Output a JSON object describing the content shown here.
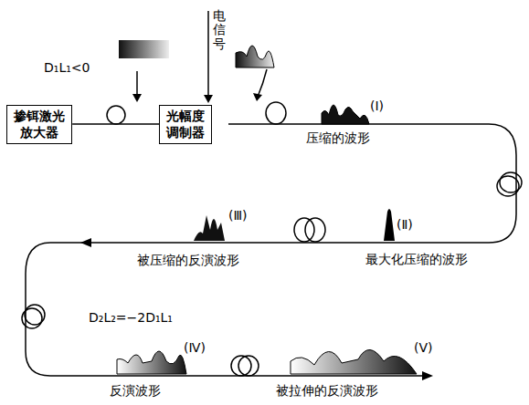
{
  "diagram": {
    "nodes": [
      {
        "text": [
          "掺铒激光放大器"
        ]
      },
      {
        "text": [
          "光幅度调制器"
        ]
      }
    ],
    "edges": [
      {
        "from": 0,
        "to": 1,
        "arrow": "none"
      }
    ],
    "labels": [
      "D₁L₁<0",
      "电信号",
      "(Ⅰ)",
      "压缩的波形",
      "(Ⅱ)",
      "最大化压缩的波形",
      "(Ⅲ)",
      "被压缩的反演波形",
      "D₂L₂=−2D₁L₁",
      "(Ⅳ)",
      "反演波形",
      "(Ⅴ)",
      "被拉伸的反演波形"
    ]
  }
}
